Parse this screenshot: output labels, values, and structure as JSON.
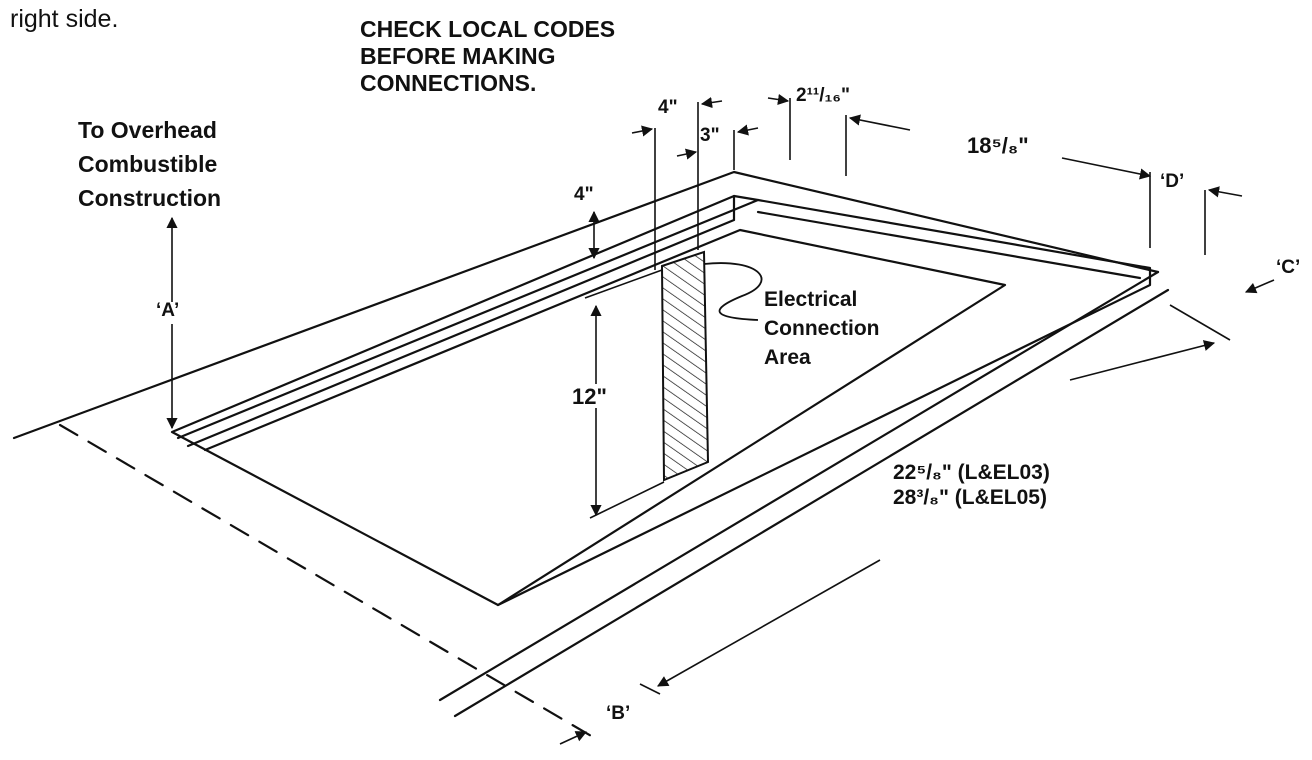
{
  "intro_text": "right side.",
  "notice": [
    "CHECK LOCAL CODES",
    "BEFORE MAKING",
    "CONNECTIONS."
  ],
  "overhead_label": [
    "To Overhead",
    "Combustible",
    "Construction"
  ],
  "electrical_label": [
    "Electrical",
    "Connection",
    "Area"
  ],
  "clearance_labels": {
    "a": "‘A’",
    "b": "‘B’",
    "c": "‘C’",
    "d": "‘D’"
  },
  "dimensions": {
    "top_offset": "4\"",
    "area_offset": "4\"",
    "area_width": "3\"",
    "corner_offset": "2¹¹/₁₆\"",
    "top_span": "18⁵/₈\"",
    "area_height": "12\"",
    "length_l_el03": "22⁵/₈\" (L&EL03)",
    "length_l_el05": "28³/₈\" (L&EL05)"
  },
  "colors": {
    "ink": "#111111",
    "paper": "#ffffff"
  }
}
